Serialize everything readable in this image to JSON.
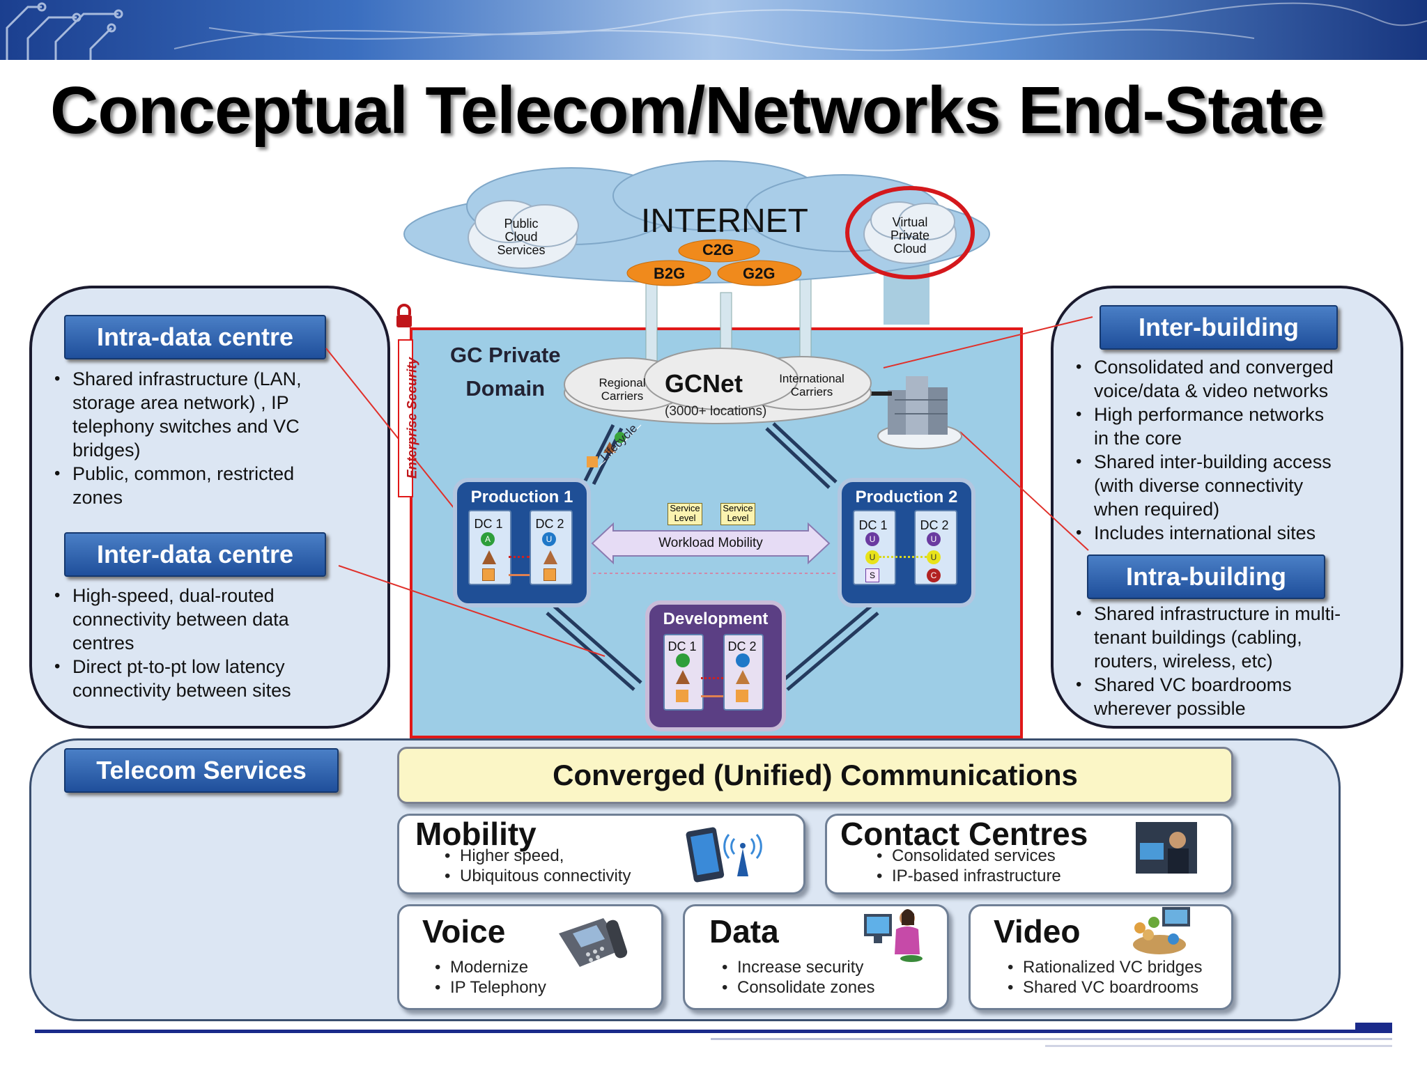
{
  "title": "Conceptual Telecom/Networks End-State",
  "internet": {
    "label": "INTERNET",
    "public_cloud": [
      "Public",
      "Cloud",
      "Services"
    ],
    "virtual_private_cloud": [
      "Virtual",
      "Private",
      "Cloud"
    ],
    "pills": [
      "C2G",
      "B2G",
      "G2G"
    ]
  },
  "enterprise_security": "Enterprise Security",
  "gc_domain": {
    "label_line1": "GC Private",
    "label_line2": "Domain",
    "gcnet": "GCNet",
    "gcnet_sub": "(3000+ locations)",
    "regional": [
      "Regional",
      "Carriers"
    ],
    "international": [
      "International",
      "Carriers"
    ],
    "lifecycle": "Lifecycle",
    "production1": "Production 1",
    "production2": "Production 2",
    "development": "Development",
    "dc1": "DC 1",
    "dc2": "DC 2",
    "service_level": [
      "Service",
      "Level"
    ],
    "workload_mobility": "Workload Mobility",
    "node_letters": {
      "a": "A",
      "u": "U",
      "s": "S",
      "c": "C"
    }
  },
  "left_panel": {
    "intra_dc": {
      "label": "Intra-data centre",
      "bullets": [
        [
          "Shared infrastructure (LAN,",
          "storage area network) , IP",
          "telephony switches and VC",
          "bridges)"
        ],
        [
          "Public, common, restricted",
          "zones"
        ]
      ]
    },
    "inter_dc": {
      "label": "Inter-data centre",
      "bullets": [
        [
          "High-speed, dual-routed",
          "connectivity between data",
          "centres"
        ],
        [
          "Direct pt-to-pt low latency",
          "connectivity between sites"
        ]
      ]
    }
  },
  "right_panel": {
    "inter_building": {
      "label": "Inter-building",
      "bullets": [
        [
          "Consolidated and converged",
          "voice/data & video networks"
        ],
        [
          " High performance networks",
          "in the core"
        ],
        [
          "Shared inter-building access",
          "(with diverse connectivity",
          "when required)"
        ],
        [
          "Includes international sites"
        ]
      ]
    },
    "intra_building": {
      "label": "Intra-building",
      "bullets": [
        [
          "Shared infrastructure in multi-",
          "tenant buildings (cabling,",
          "routers, wireless, etc)"
        ],
        [
          "Shared VC boardrooms",
          "wherever possible"
        ]
      ]
    }
  },
  "telecom": {
    "label": "Telecom Services",
    "converged": "Converged (Unified) Communications",
    "mobility": {
      "title": "Mobility",
      "bullets": [
        "Higher speed,",
        "Ubiquitous connectivity"
      ]
    },
    "contact": {
      "title": "Contact Centres",
      "bullets": [
        "Consolidated services",
        "IP-based infrastructure"
      ]
    },
    "voice": {
      "title": "Voice",
      "bullets": [
        "Modernize",
        "IP Telephony"
      ]
    },
    "data": {
      "title": "Data",
      "bullets": [
        "Increase security",
        "Consolidate zones"
      ]
    },
    "video": {
      "title": "Video",
      "bullets": [
        "Rationalized VC bridges",
        "Shared VC boardrooms"
      ]
    }
  },
  "colors": {
    "panel_fill": "#dce6f3",
    "label_blue": "#2a5aa8",
    "domain_fill": "#9dcde6",
    "domain_border": "#e01818",
    "pill_orange": "#f08a1c",
    "converged_fill": "#fbf6c6"
  }
}
